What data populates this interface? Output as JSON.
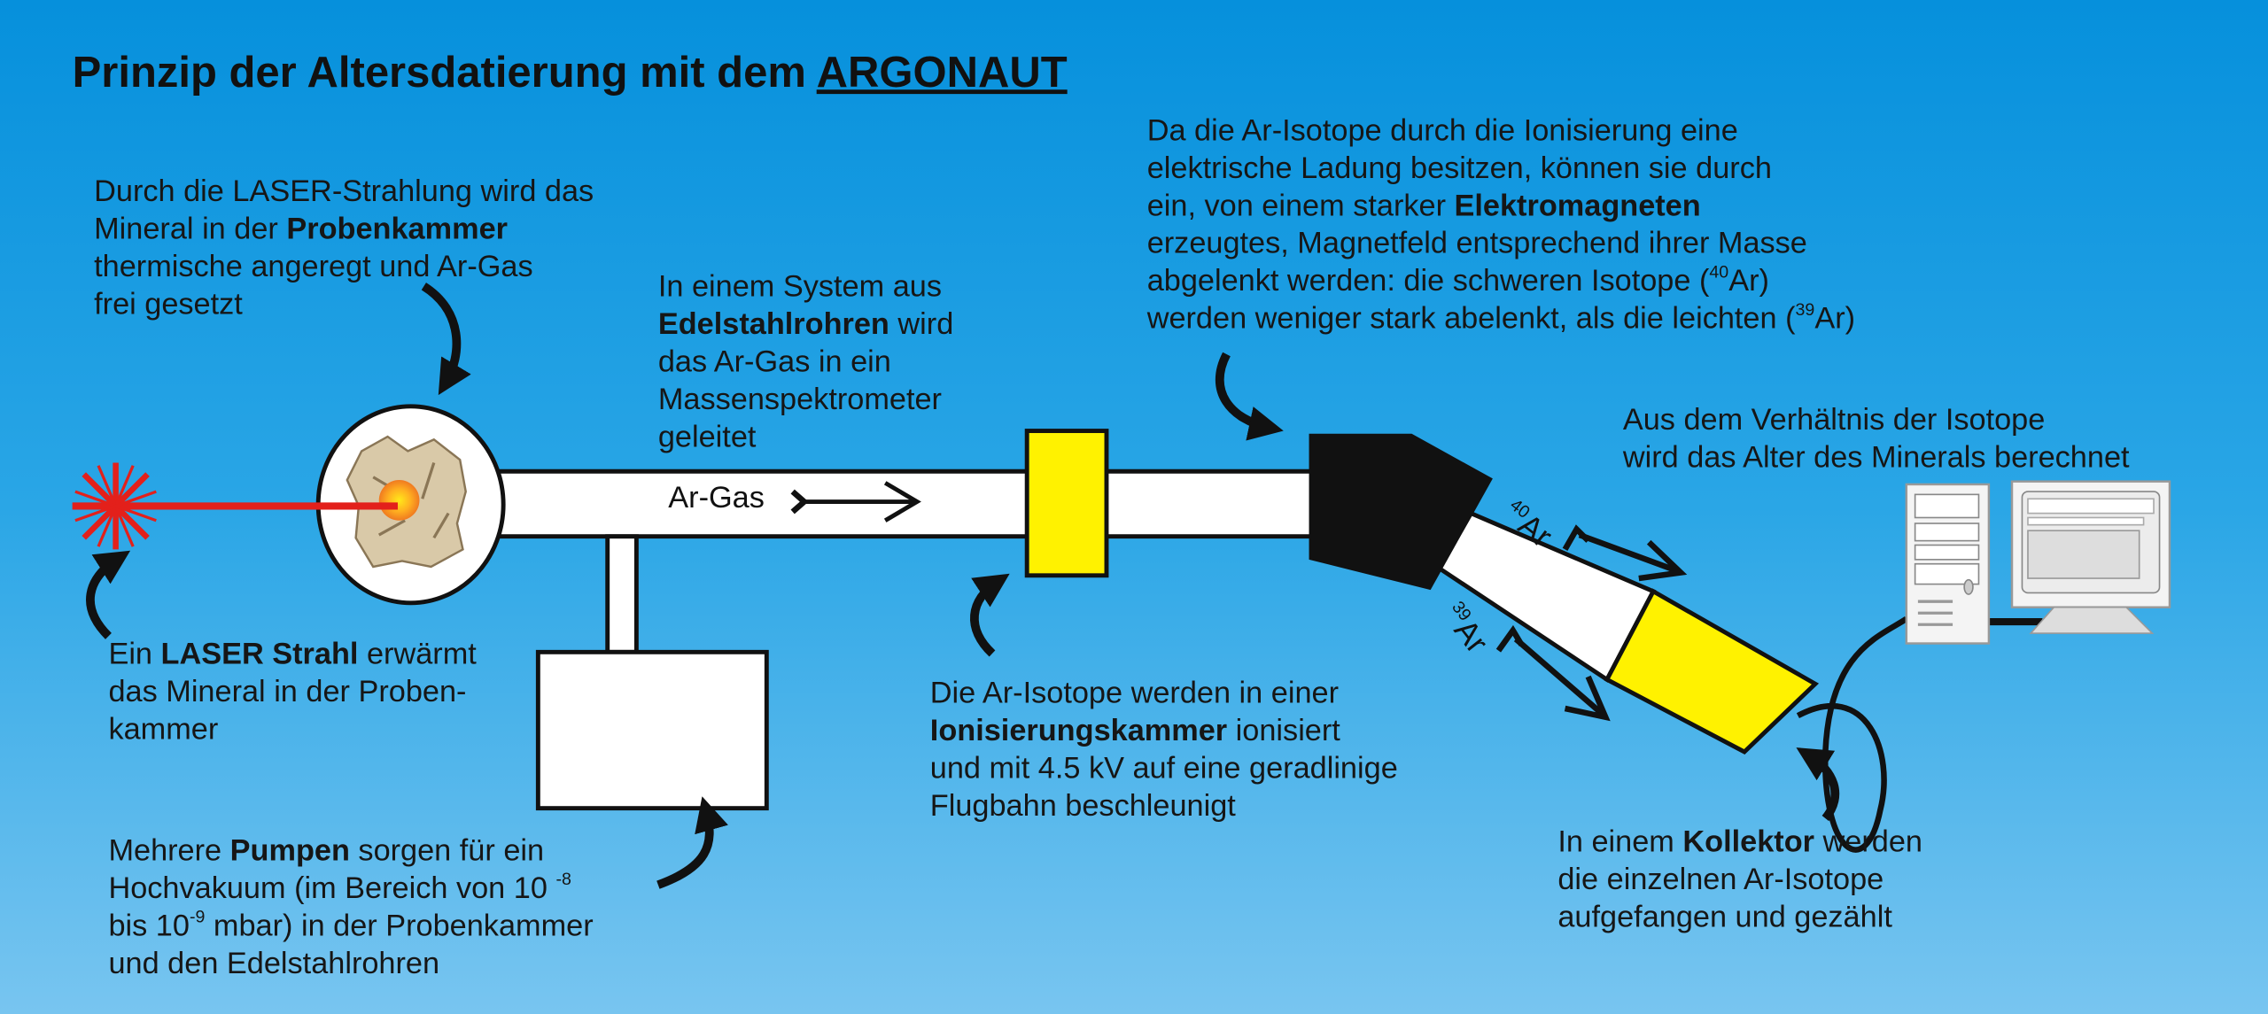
{
  "title": {
    "prefix": "Prinzip der Altersdatierung mit dem ",
    "emphasis": "ARGONAUT"
  },
  "colors": {
    "laser": "#e3201b",
    "yellow": "#fff200",
    "background_top": "#0690dc",
    "background_bottom": "#78c5f0"
  },
  "tube_label": "Ar-Gas",
  "isotopes": {
    "heavy": {
      "mass": "40",
      "symbol": "Ar"
    },
    "light": {
      "mass": "39",
      "symbol": "Ar"
    }
  },
  "blocks": {
    "laser_heating": [
      [
        {
          "t": "Durch die LASER-Strahlung wird das"
        }
      ],
      [
        {
          "t": "Mineral in der "
        },
        {
          "t": "Probenkammer",
          "s": "b"
        }
      ],
      [
        {
          "t": "thermische angeregt und Ar-Gas"
        }
      ],
      [
        {
          "t": "frei gesetzt"
        }
      ]
    ],
    "steel_tubes": [
      [
        {
          "t": "In einem System aus"
        }
      ],
      [
        {
          "t": "Edelstahlrohren",
          "s": "b"
        },
        {
          "t": " wird"
        }
      ],
      [
        {
          "t": "das Ar-Gas in ein"
        }
      ],
      [
        {
          "t": "Massenspektrometer"
        }
      ],
      [
        {
          "t": "geleitet"
        }
      ]
    ],
    "electromagnet": [
      [
        {
          "t": "Da die Ar-Isotope durch die Ionisierung eine"
        }
      ],
      [
        {
          "t": "elektrische Ladung besitzen, können sie durch"
        }
      ],
      [
        {
          "t": "ein, von einem starker "
        },
        {
          "t": "Elektromagneten",
          "s": "b"
        }
      ],
      [
        {
          "t": "erzeugtes, Magnetfeld entsprechend ihrer Masse"
        }
      ],
      [
        {
          "t": "abgelenkt werden: die schweren Isotope ("
        },
        {
          "t": "40",
          "s": "sup"
        },
        {
          "t": "Ar)"
        }
      ],
      [
        {
          "t": "werden weniger stark abelenkt, als die leichten ("
        },
        {
          "t": "39",
          "s": "sup"
        },
        {
          "t": "Ar)"
        }
      ]
    ],
    "age_calc": [
      [
        {
          "t": "Aus dem Verhältnis der Isotope"
        }
      ],
      [
        {
          "t": "wird das Alter des Minerals berechnet"
        }
      ]
    ],
    "laser_beam": [
      [
        {
          "t": "Ein "
        },
        {
          "t": "LASER Strahl",
          "s": "b"
        },
        {
          "t": " erwärmt"
        }
      ],
      [
        {
          "t": "das Mineral in der Proben-"
        }
      ],
      [
        {
          "t": "kammer"
        }
      ]
    ],
    "ionization": [
      [
        {
          "t": "Die Ar-Isotope werden in einer"
        }
      ],
      [
        {
          "t": "Ionisierungskammer",
          "s": "b"
        },
        {
          "t": " ionisiert"
        }
      ],
      [
        {
          "t": "und mit 4.5 kV auf eine geradlinige"
        }
      ],
      [
        {
          "t": "Flugbahn beschleunigt"
        }
      ]
    ],
    "pumps": [
      [
        {
          "t": "Mehrere "
        },
        {
          "t": "Pumpen",
          "s": "b"
        },
        {
          "t": " sorgen für ein"
        }
      ],
      [
        {
          "t": "Hochvakuum (im Bereich von 10 "
        },
        {
          "t": "-8",
          "s": "sup"
        }
      ],
      [
        {
          "t": "bis 10"
        },
        {
          "t": "-9",
          "s": "sup"
        },
        {
          "t": " mbar) in der Probenkammer"
        }
      ],
      [
        {
          "t": "und den Edelstahlrohren"
        }
      ]
    ],
    "collector": [
      [
        {
          "t": "In einem "
        },
        {
          "t": "Kollektor",
          "s": "b"
        },
        {
          "t": " werden"
        }
      ],
      [
        {
          "t": "die einzelnen Ar-Isotope"
        }
      ],
      [
        {
          "t": "aufgefangen und gezählt"
        }
      ]
    ]
  }
}
